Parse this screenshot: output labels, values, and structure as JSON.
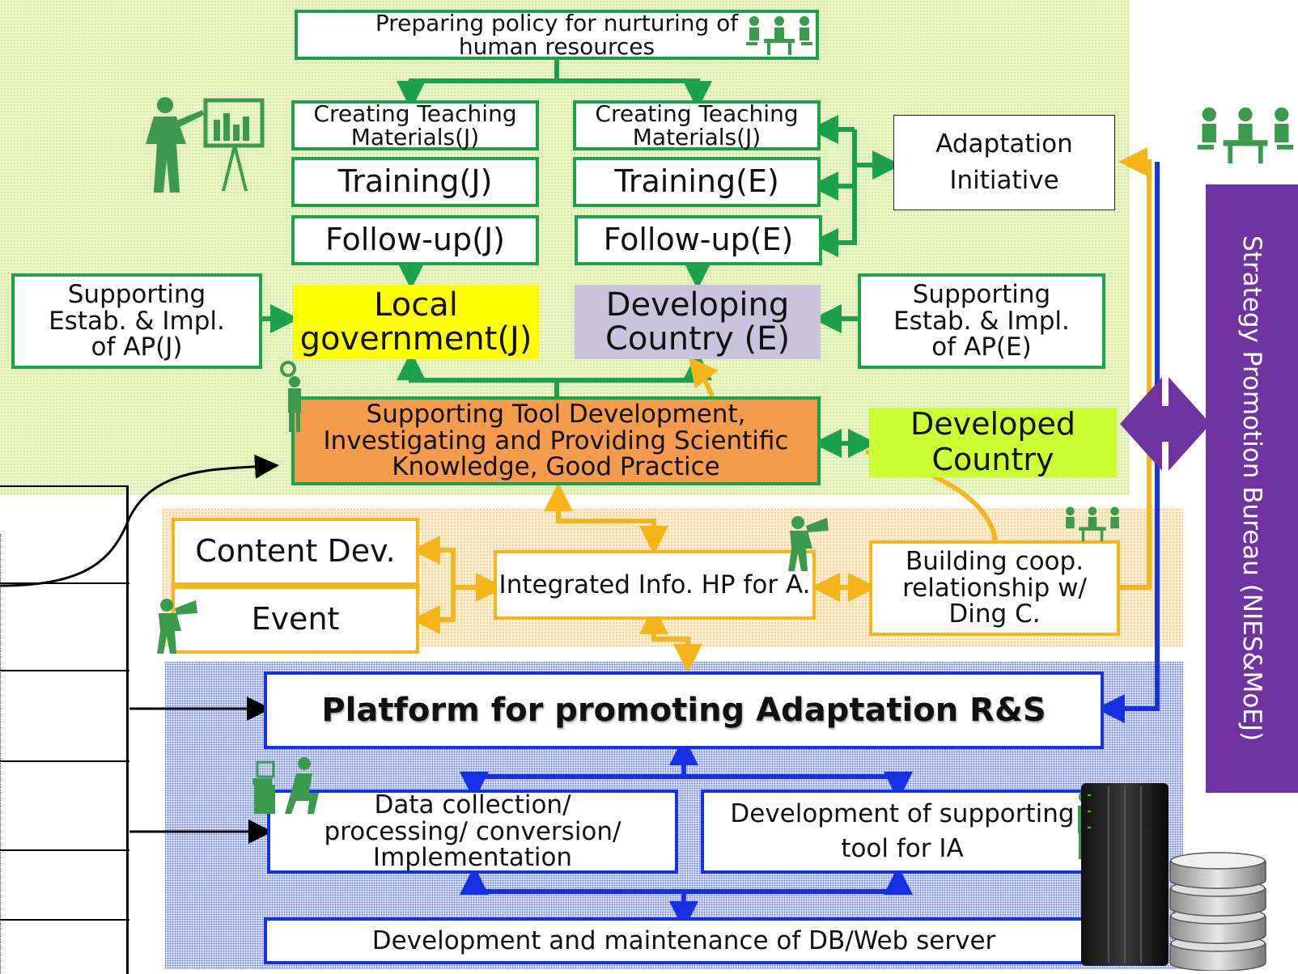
{
  "colors": {
    "green": "#1ca24a",
    "orange": "#f7b51c",
    "blue": "#1630e6",
    "purple": "#7034a0",
    "yellow": "#ffff00",
    "lavender": "#c9c3dc",
    "dev_orange": "#f59b4e",
    "lime": "#ccff33"
  },
  "policy": {
    "line1": "Preparing policy for nurturing of",
    "line2": "human resources"
  },
  "japan": {
    "materials_line1": "Creating Teaching",
    "materials_line2": "Materials(J)",
    "training": "Training(J)",
    "followup": "Follow-up(J)",
    "target_line1": "Local",
    "target_line2": "government(J)",
    "support_line1": "Supporting",
    "support_line2": "Estab. & Impl.",
    "support_line3": "of AP(J)"
  },
  "international": {
    "materials_line1": "Creating Teaching",
    "materials_line2": "Materials(J)",
    "training": "Training(E)",
    "followup": "Follow-up(E)",
    "target_line1": "Developing",
    "target_line2": "Country (E)",
    "support_line1": "Supporting",
    "support_line2": "Estab. & Impl.",
    "support_line3": "of AP(E)"
  },
  "adaptation": {
    "line1": "Adaptation",
    "line2": "Initiative"
  },
  "tooldev": {
    "line1": "Supporting Tool Development,",
    "line2": "Investigating and Providing Scientific",
    "line3": "Knowledge, Good Practice"
  },
  "developed": {
    "line1": "Developed",
    "line2": "Country"
  },
  "info": {
    "content_dev": "Content Dev.",
    "event": "Event",
    "hp": "Integrated Info. HP for A.",
    "coop_line1": "Building coop.",
    "coop_line2": "relationship w/",
    "coop_line3": "Ding C."
  },
  "platform": {
    "title": "Platform for promoting Adaptation R&S",
    "data_line1": "Data collection/",
    "data_line2": "processing/ conversion/",
    "data_line3": "Implementation",
    "tool_line1": "Development of supporting",
    "tool_line2": "tool for IA",
    "db": "Development and maintenance of DB/Web server"
  },
  "sidebar": {
    "label": "Strategy Promotion Bureau (NIES&MoEJ)"
  },
  "icons": {
    "meeting": "meeting-icon",
    "presenter": "presenter-icon",
    "investigator": "magnifier-person-icon",
    "megaphone": "megaphone-person-icon",
    "desk_worker": "desk-worker-icon",
    "standing_person": "standing-person-icon",
    "server": "server-rack-icon",
    "database": "database-icon"
  }
}
